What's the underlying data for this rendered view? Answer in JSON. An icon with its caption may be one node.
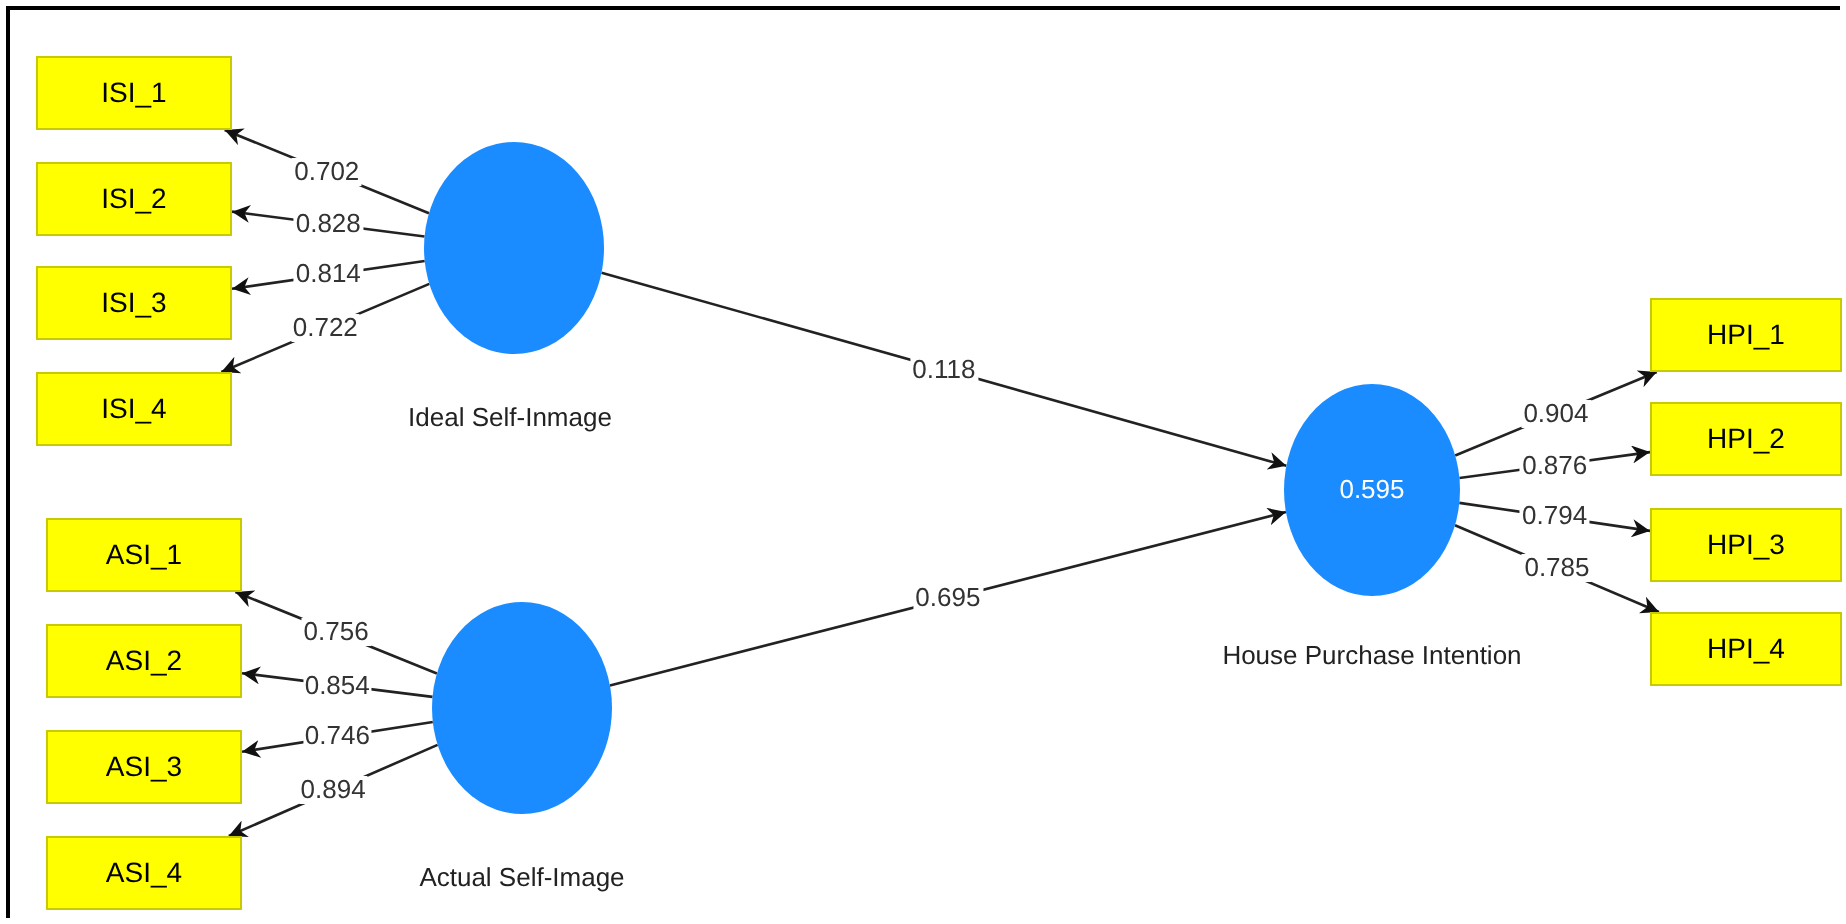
{
  "diagram": {
    "nodes": [
      {
        "text": [
          "ISI_1"
        ]
      },
      {
        "text": [
          "ISI_2"
        ]
      },
      {
        "text": [
          "ISI_3"
        ]
      },
      {
        "text": [
          "ISI_4"
        ]
      },
      {
        "text": [],
        "shape": "circle",
        "beside": [
          "Ideal Self-Inmage"
        ]
      },
      {
        "text": [
          "ASI_1"
        ]
      },
      {
        "text": [
          "ASI_2"
        ]
      },
      {
        "text": [
          "ASI_3"
        ]
      },
      {
        "text": [
          "ASI_4"
        ]
      },
      {
        "text": [],
        "shape": "circle",
        "beside": [
          "Actual Self-Image"
        ]
      },
      {
        "text": [
          "0.595"
        ],
        "beside": [
          "House Purchase Intention"
        ]
      },
      {
        "text": [
          "HPI_1"
        ]
      },
      {
        "text": [
          "HPI_2"
        ]
      },
      {
        "text": [
          "HPI_3"
        ]
      },
      {
        "text": [
          "HPI_4"
        ]
      }
    ],
    "edges": [
      {
        "from": 4,
        "to": 0,
        "arrow": "to",
        "label": "0.702"
      },
      {
        "from": 4,
        "to": 1,
        "arrow": "to",
        "label": "0.828"
      },
      {
        "from": 4,
        "to": 2,
        "arrow": "to",
        "label": "0.814"
      },
      {
        "from": 4,
        "to": 3,
        "arrow": "to",
        "label": "0.722"
      },
      {
        "from": 9,
        "to": 5,
        "arrow": "to",
        "label": "0.756"
      },
      {
        "from": 9,
        "to": 6,
        "arrow": "to",
        "label": "0.854"
      },
      {
        "from": 9,
        "to": 7,
        "arrow": "to",
        "label": "0.746"
      },
      {
        "from": 9,
        "to": 8,
        "arrow": "to",
        "label": "0.894"
      },
      {
        "from": 4,
        "to": 10,
        "arrow": "to",
        "label": "0.118"
      },
      {
        "from": 9,
        "to": 10,
        "arrow": "to",
        "label": "0.695"
      },
      {
        "from": 10,
        "to": 11,
        "arrow": "to",
        "label": "0.904"
      },
      {
        "from": 10,
        "to": 12,
        "arrow": "to",
        "label": "0.876"
      },
      {
        "from": 10,
        "to": 13,
        "arrow": "to",
        "label": "0.794"
      },
      {
        "from": 10,
        "to": 14,
        "arrow": "to",
        "label": "0.785"
      }
    ]
  }
}
